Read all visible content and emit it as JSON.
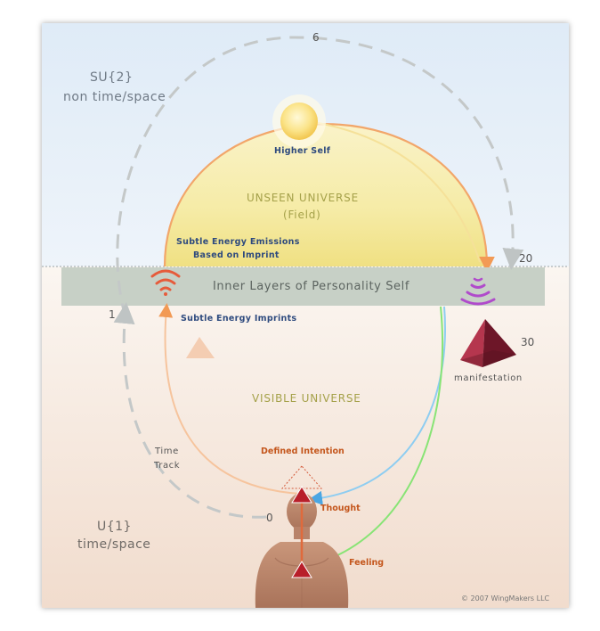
{
  "regions": {
    "su2_title": "SU{2}",
    "su2_subtitle": "non time/space",
    "u1_title": "U{1}",
    "u1_subtitle": "time/space",
    "unseen_universe": "UNSEEN UNIVERSE",
    "unseen_field": "(Field)",
    "visible_universe": "VISIBLE UNIVERSE",
    "inner_layers": "Inner Layers of Personality Self"
  },
  "labels": {
    "higher_self": "Higher Self",
    "emissions_line1": "Subtle Energy Emissions",
    "emissions_line2": "Based on Imprint",
    "imprints": "Subtle Energy Imprints",
    "defined_intention": "Defined Intention",
    "thought": "Thought",
    "feeling": "Feeling",
    "manifestation": "manifestation",
    "time_track_line1": "Time",
    "time_track_line2": "Track"
  },
  "numbers": {
    "n6": "6",
    "n20": "20",
    "n30": "30",
    "n1": "1",
    "n0": "0"
  },
  "copyright": "© 2007 WingMakers LLC",
  "colors": {
    "upper_bg": "#e3eef8",
    "lower_bg": "#f3e4d9",
    "band": "#c9d2c8",
    "orange_loop": "#f2a66a",
    "dashed_track": "#c8cccc",
    "blue_arrow": "#7cc3ee",
    "green_arrow": "#7ee06b",
    "pyramid": "#8e1f34",
    "sensor_red": "#e65b3b",
    "sensor_purple": "#b04bcb"
  },
  "icons": [
    "sun-icon",
    "emission-waves-icon",
    "reception-waves-icon",
    "pyramid-icon",
    "small-pyramid-icon",
    "figure-icon"
  ]
}
